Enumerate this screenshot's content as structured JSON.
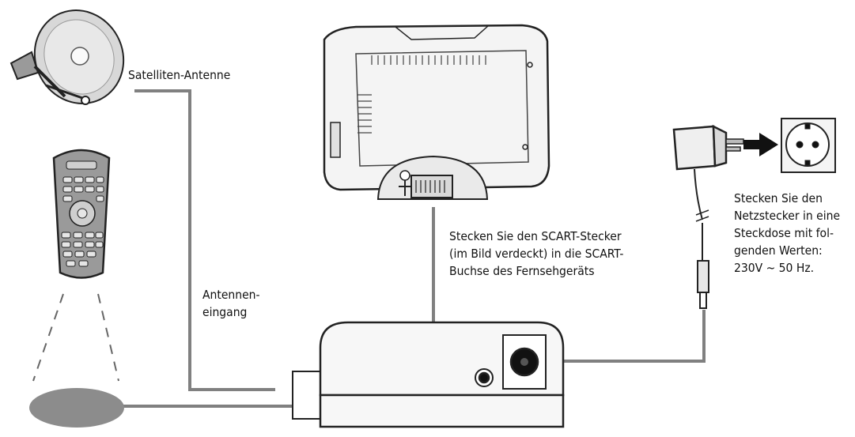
{
  "labels": {
    "satellite_antenna": "Satelliten-Antenne",
    "antenna_input": [
      "Antennen-",
      "eingang"
    ],
    "scart_instruction": [
      "Stecken Sie den SCART-Stecker",
      "(im Bild verdeckt) in die SCART-",
      "Buchse des Fernsehgeräts"
    ],
    "power_instruction": [
      "Stecken Sie den",
      "Netzstecker in eine",
      "Steckdose mit fol-",
      "genden Werten:",
      "230V ~ 50 Hz."
    ]
  },
  "colors": {
    "cable": "#808080",
    "outline": "#222222",
    "device_fill": "#f4f4f4",
    "device_shade": "#d9d9d9",
    "remote_body": "#9a9a9a",
    "ir_receiver": "#8c8c8c"
  }
}
